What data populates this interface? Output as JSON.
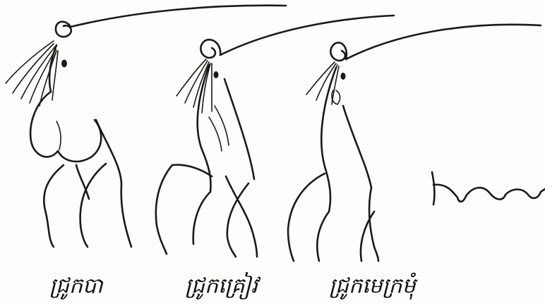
{
  "figure": {
    "panels": [
      {
        "id": "boar",
        "caption": "ជ្រូកបា"
      },
      {
        "id": "gilt",
        "caption": "ជ្រូកគ្រៀវ"
      },
      {
        "id": "sow",
        "caption": "ជ្រូកមេក្រមុំ"
      }
    ],
    "colors": {
      "ink": "#1a1a1a",
      "paper": "#fdfdfc"
    }
  }
}
